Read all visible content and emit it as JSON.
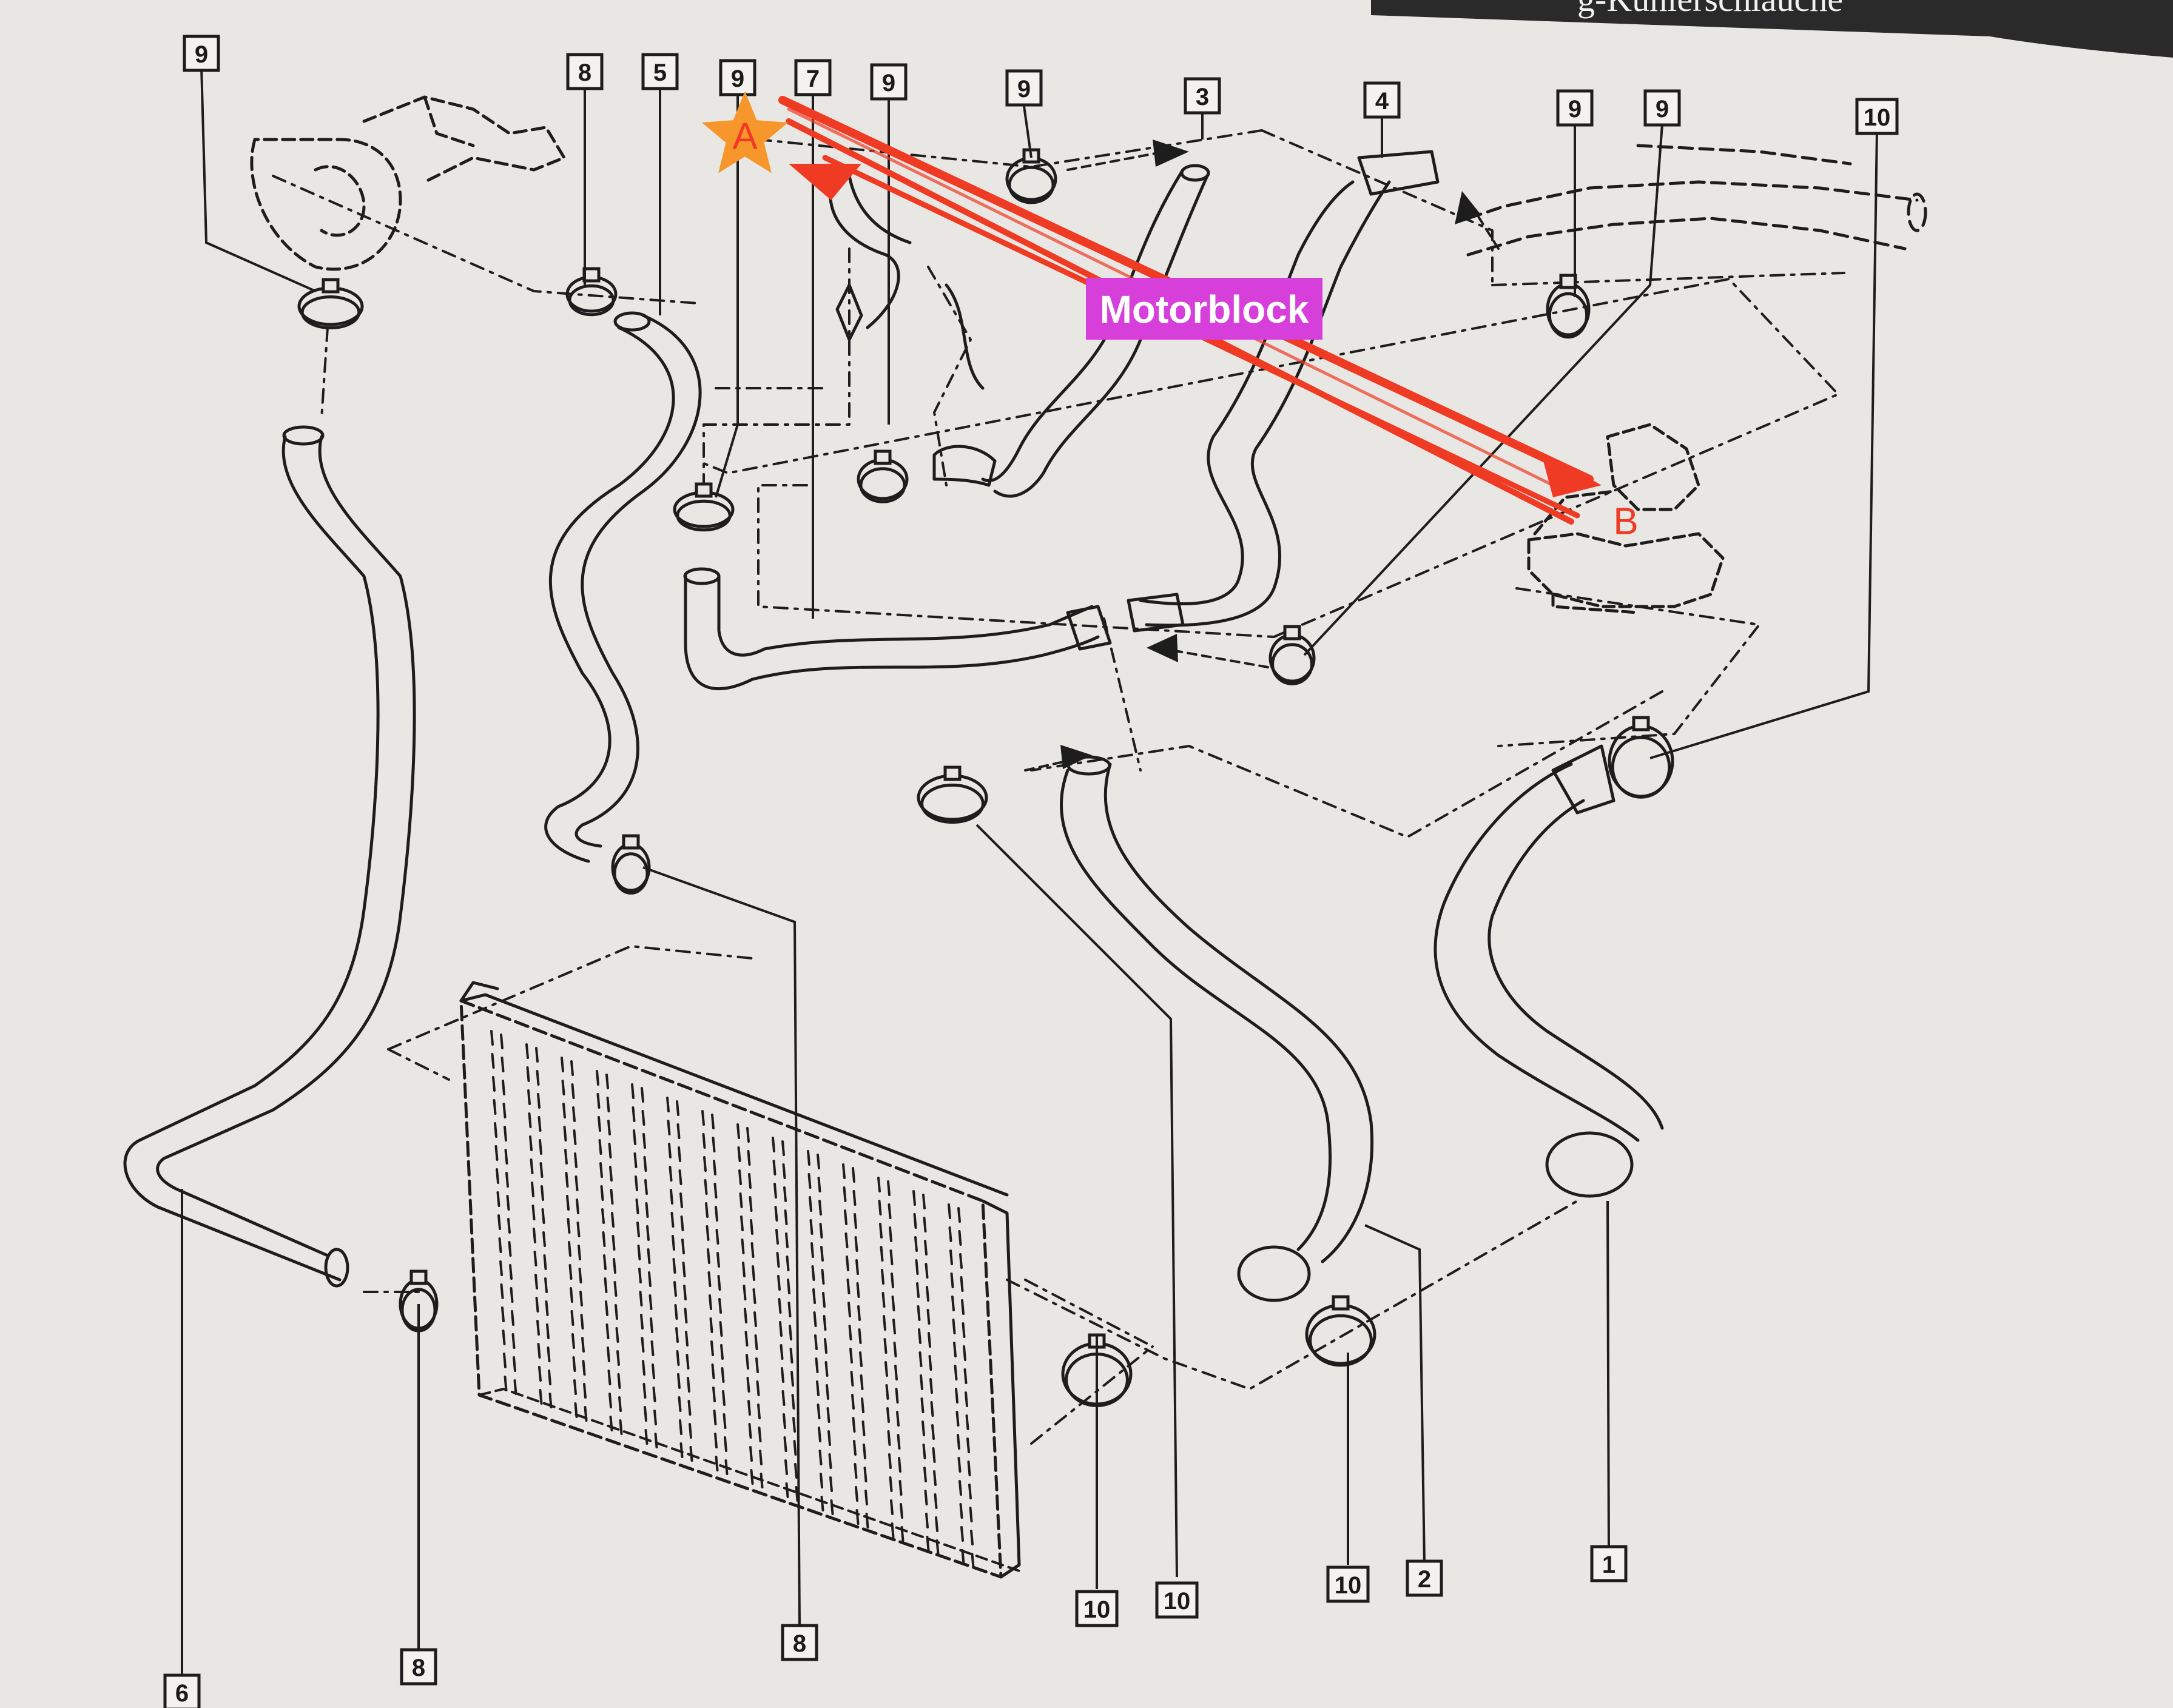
{
  "header": {
    "title_fragment": "g-Kühlerschläuche"
  },
  "colors": {
    "background": "#e9e7e3",
    "line_art": "#1d1d1d",
    "annotation_arrow": "#ef3b24",
    "point_a_marker": "#f7962a",
    "point_label": "#ef3b24",
    "tag_background": "#d63fd9",
    "tag_text": "#ffffff"
  },
  "annotation": {
    "tag": "Motorblock",
    "point_a": "A",
    "point_b": "B",
    "point_a_icon": "star-icon",
    "arrow_icon": "double-arrow-icon"
  },
  "part_labels": [
    "9",
    "8",
    "5",
    "9",
    "7",
    "9",
    "9",
    "3",
    "4",
    "9",
    "9",
    "10",
    "6",
    "8",
    "8",
    "10",
    "10",
    "10",
    "2",
    "1"
  ]
}
